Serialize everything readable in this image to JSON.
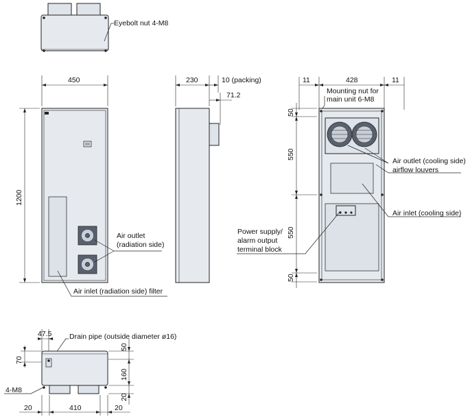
{
  "labels": {
    "eyebolt": "Eyebolt nut 4-M8",
    "air_outlet_radiation_1": "Air outlet",
    "air_outlet_radiation_2": "(radiation side)",
    "air_inlet_radiation_filter": "Air inlet (radiation side) filter",
    "packing": "10 (packing)",
    "mounting_nut_1": "Mounting nut for",
    "mounting_nut_2": "main unit 6-M8",
    "air_outlet_cooling_1": "Air outlet (cooling side)",
    "air_outlet_cooling_2": "airflow louvers",
    "air_inlet_cooling": "Air inlet (cooling side)",
    "power_supply_1": "Power supply/",
    "power_supply_2": "alarm output",
    "power_supply_3": "terminal block",
    "drain_pipe": "Drain pipe (outside diameter ø16)",
    "bottom_bolt": "4-M8"
  },
  "dimensions": {
    "front_width": "450",
    "front_height": "1200",
    "side_depth": "230",
    "side_offset": "71.2",
    "back_margin_left": "11",
    "back_width": "428",
    "back_margin_right": "11",
    "back_top": "50",
    "back_upper": "550",
    "back_lower": "550",
    "back_bottom": "50",
    "bottom_drain_offset": "47.5",
    "bottom_left_height": "70",
    "bottom_right_top": "50",
    "bottom_right_mid": "160",
    "bottom_right_low": "20",
    "bottom_left_margin": "20",
    "bottom_width": "410",
    "bottom_right_margin": "20"
  }
}
